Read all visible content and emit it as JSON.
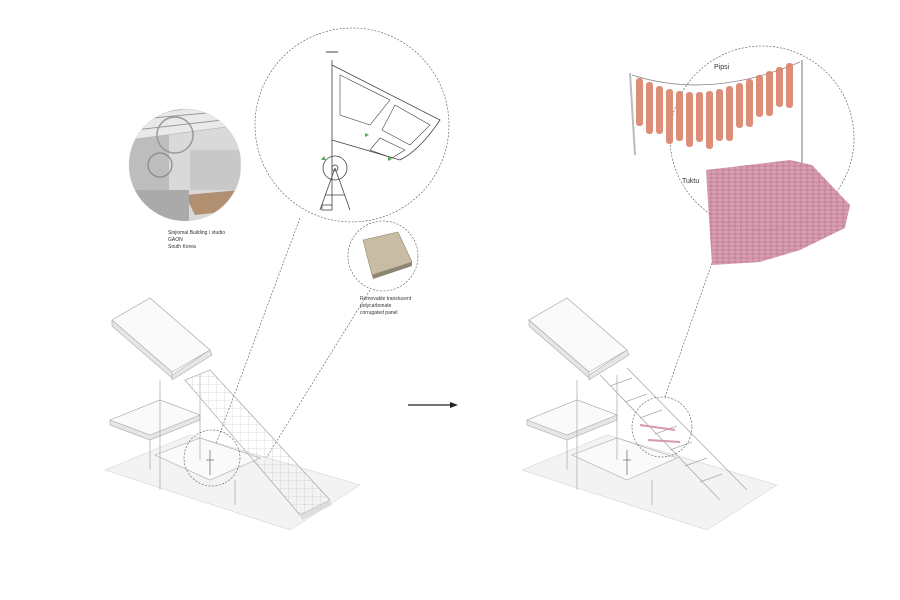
{
  "photo_caption": {
    "line1": "Sinjiomal Building / studio",
    "line2": "GAON",
    "line3": "South Korea"
  },
  "panel_caption": {
    "line1": "Removable translucent",
    "line2": "polycarbonate",
    "line3": "corrugated panel"
  },
  "food_labels": {
    "pipsi": "Pipsi",
    "tuktu": "Tuktu"
  },
  "colors": {
    "pipsi": "#d9826a",
    "tuktu": "#c9738f",
    "line": "#999999"
  }
}
